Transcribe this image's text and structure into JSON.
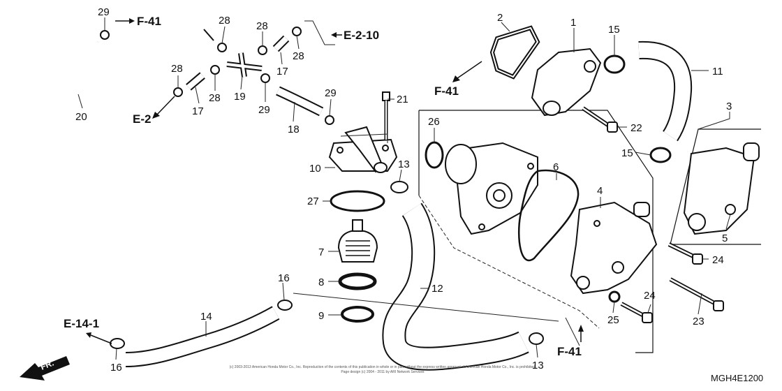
{
  "diagram": {
    "code": "MGH4E1200",
    "copyright_line1": "(c) 2003-2013 American Honda Motor Co., Inc. Reproduction of the contents of this publication in whole or in part without the express written approval of American Honda Motor Co., Inc. is prohibited.",
    "copyright_line2": "Page design (c) 2004 - 2011 by ARI Network Services",
    "direction_label": "FR."
  },
  "callouts": [
    "29",
    "28",
    "28",
    "28",
    "28",
    "28",
    "28",
    "29",
    "19",
    "17",
    "17",
    "20",
    "18",
    "29",
    "21",
    "10",
    "27",
    "7",
    "8",
    "9",
    "13",
    "16",
    "14",
    "16",
    "12",
    "13",
    "26",
    "6",
    "4",
    "1",
    "2",
    "15",
    "11",
    "22",
    "3",
    "15",
    "5",
    "24",
    "24",
    "23",
    "25"
  ],
  "references": [
    "F-41",
    "E-2-10",
    "E-2",
    "F-41",
    "E-14-1",
    "F-41"
  ],
  "colors": {
    "line": "#111111",
    "background": "#ffffff"
  }
}
